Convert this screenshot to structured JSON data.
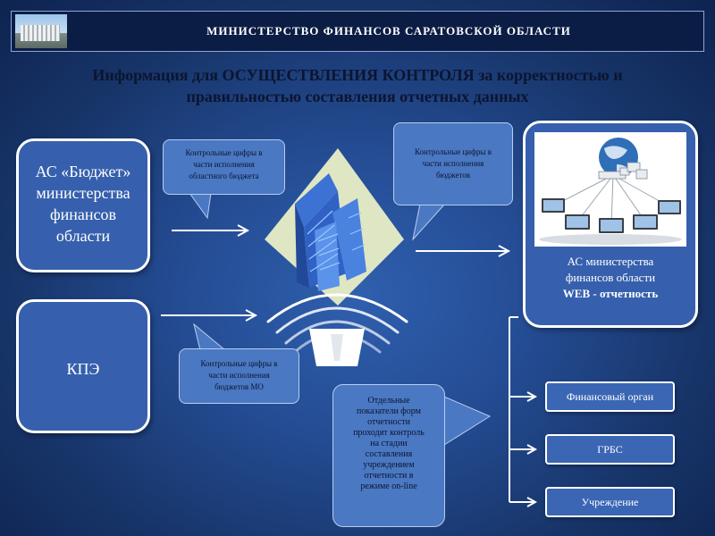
{
  "header": {
    "title": "МИНИСТЕРСТВО ФИНАНСОВ САРАТОВСКОЙ ОБЛАСТИ"
  },
  "main_title": {
    "line1": "Информация для ОСУЩЕСТВЛЕНИЯ КОНТРОЛЯ за корректностью и",
    "line2": "правильностью составления отчетных данных"
  },
  "boxes": {
    "budget": {
      "line1": "АС «Бюджет»",
      "line2": "министерства",
      "line3": "финансов",
      "line4": "области"
    },
    "kpe": {
      "label": "КПЭ"
    },
    "web": {
      "line1": "АС министерства",
      "line2": "финансов области",
      "line3": "WEB - отчетность"
    }
  },
  "bubbles": {
    "regional": {
      "line1": "Контрольные цифры в",
      "line2": "части исполнения",
      "line3": "областного бюджета"
    },
    "budgets": {
      "line1": "Контрольные цифры в",
      "line2": "части исполнения",
      "line3": "бюджетов"
    },
    "mo": {
      "line1": "Контрольные цифры в",
      "line2": "части исполнения",
      "line3": "бюджетов МО"
    },
    "online": {
      "lines": [
        "Отдельные",
        "показатели форм",
        "отчетности",
        "проходят контроль",
        "на стадии",
        "составления",
        "учреждением",
        "отчетности в",
        "режиме on-line"
      ]
    }
  },
  "organizations": {
    "finance_body": "Финансовый орган",
    "grbs": "ГРБС",
    "institution": "Учреждение"
  },
  "colors": {
    "background": "#244c93",
    "box_fill": "#3660ad",
    "bubble_fill": "#4a78c2",
    "header_fill": "#0c1d45",
    "title_text": "#0b1530"
  }
}
